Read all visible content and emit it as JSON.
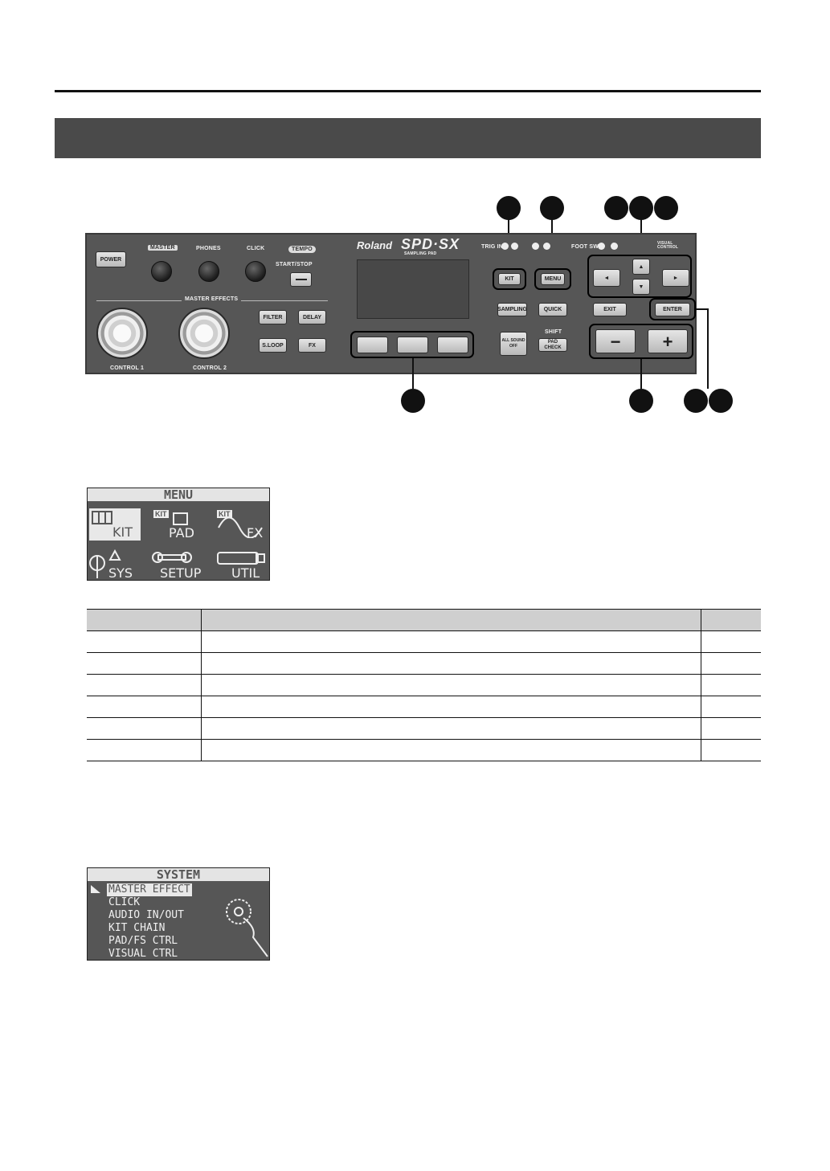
{
  "panel": {
    "labels": {
      "power": "POWER",
      "master": "MASTER",
      "phones": "PHONES",
      "click": "CLICK",
      "tempo": "TEMPO",
      "start_stop": "START/STOP",
      "master_effects": "MASTER EFFECTS",
      "filter": "FILTER",
      "delay": "DELAY",
      "sloop": "S.LOOP",
      "fx": "FX",
      "control1": "CONTROL 1",
      "control2": "CONTROL 2",
      "brand": "Roland",
      "model": "SPD·SX",
      "model_sub": "SAMPLING PAD",
      "trig_in": "TRIG IN",
      "foot_sw": "FOOT SW",
      "visual_control": "VISUAL CONTROL",
      "kit": "KIT",
      "menu": "MENU",
      "sampling": "SAMPLING",
      "quick": "QUICK",
      "all_sound_off": "ALL SOUND OFF",
      "shift": "SHIFT",
      "pad_check": "PAD CHECK",
      "exit": "EXIT",
      "enter": "ENTER",
      "minus": "−",
      "plus": "+",
      "up": "▲",
      "down": "▼",
      "left": "◄",
      "right": "►"
    }
  },
  "menu_screen": {
    "title": "MENU",
    "items": [
      "KIT",
      "PAD",
      "FX",
      "SYS",
      "SETUP",
      "UTIL"
    ],
    "kit_badge": "KIT"
  },
  "table": {
    "rows": 6
  },
  "system_screen": {
    "title": "SYSTEM",
    "items": [
      "MASTER EFFECT",
      "CLICK",
      "AUDIO IN/OUT",
      "KIT CHAIN",
      "PAD/FS CTRL",
      "VISUAL CTRL"
    ]
  }
}
